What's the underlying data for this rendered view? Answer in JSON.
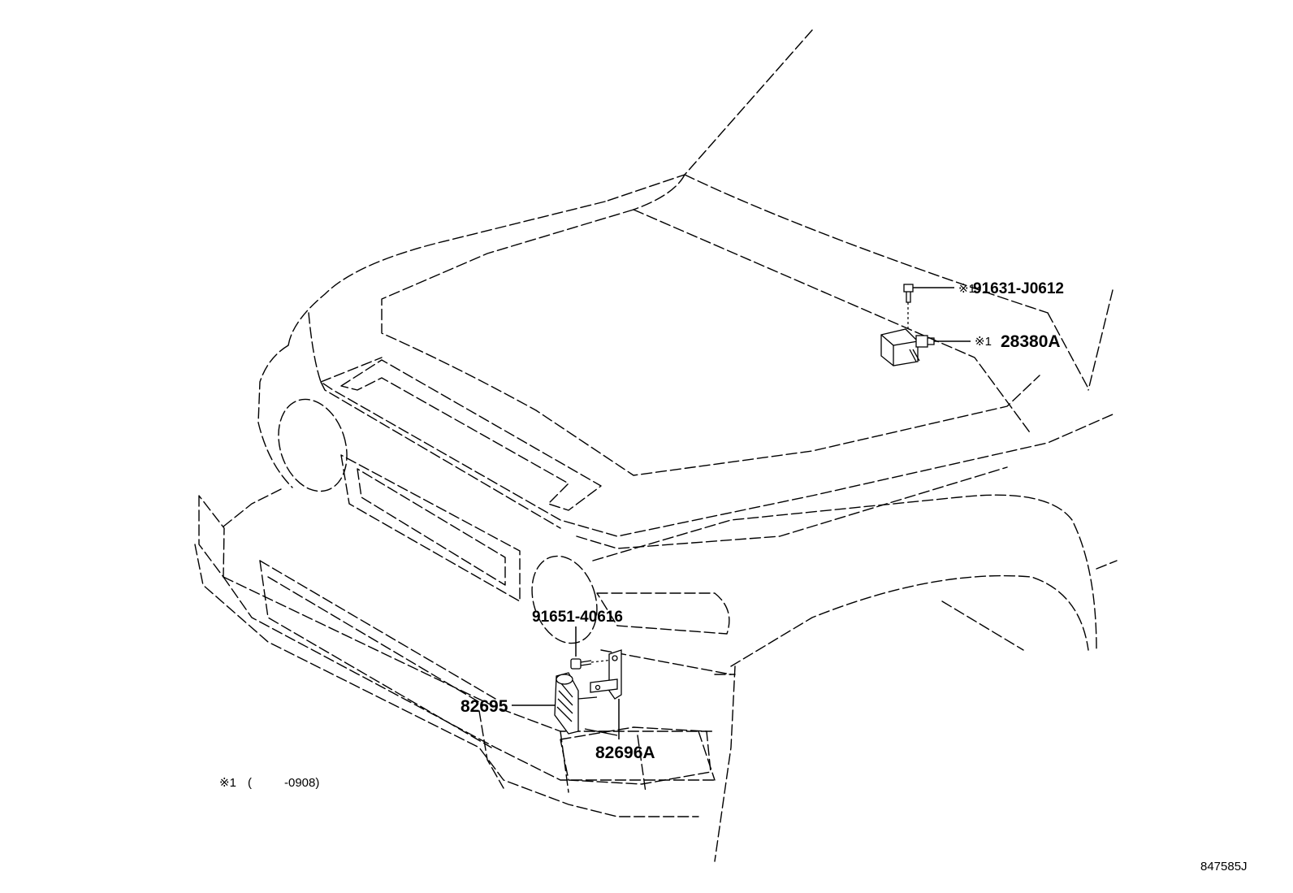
{
  "labels": {
    "bolt_top": "91631-J0612",
    "bolt_top_mark": "※1",
    "sensor_top": "28380A",
    "sensor_top_mark": "※1",
    "bolt_front": "91651-40616",
    "horn": "82695",
    "bracket": "82696A",
    "footnote_mark": "※1",
    "footnote_open": "(",
    "footnote_range": "-0908)",
    "diagram_id": "847585J"
  }
}
